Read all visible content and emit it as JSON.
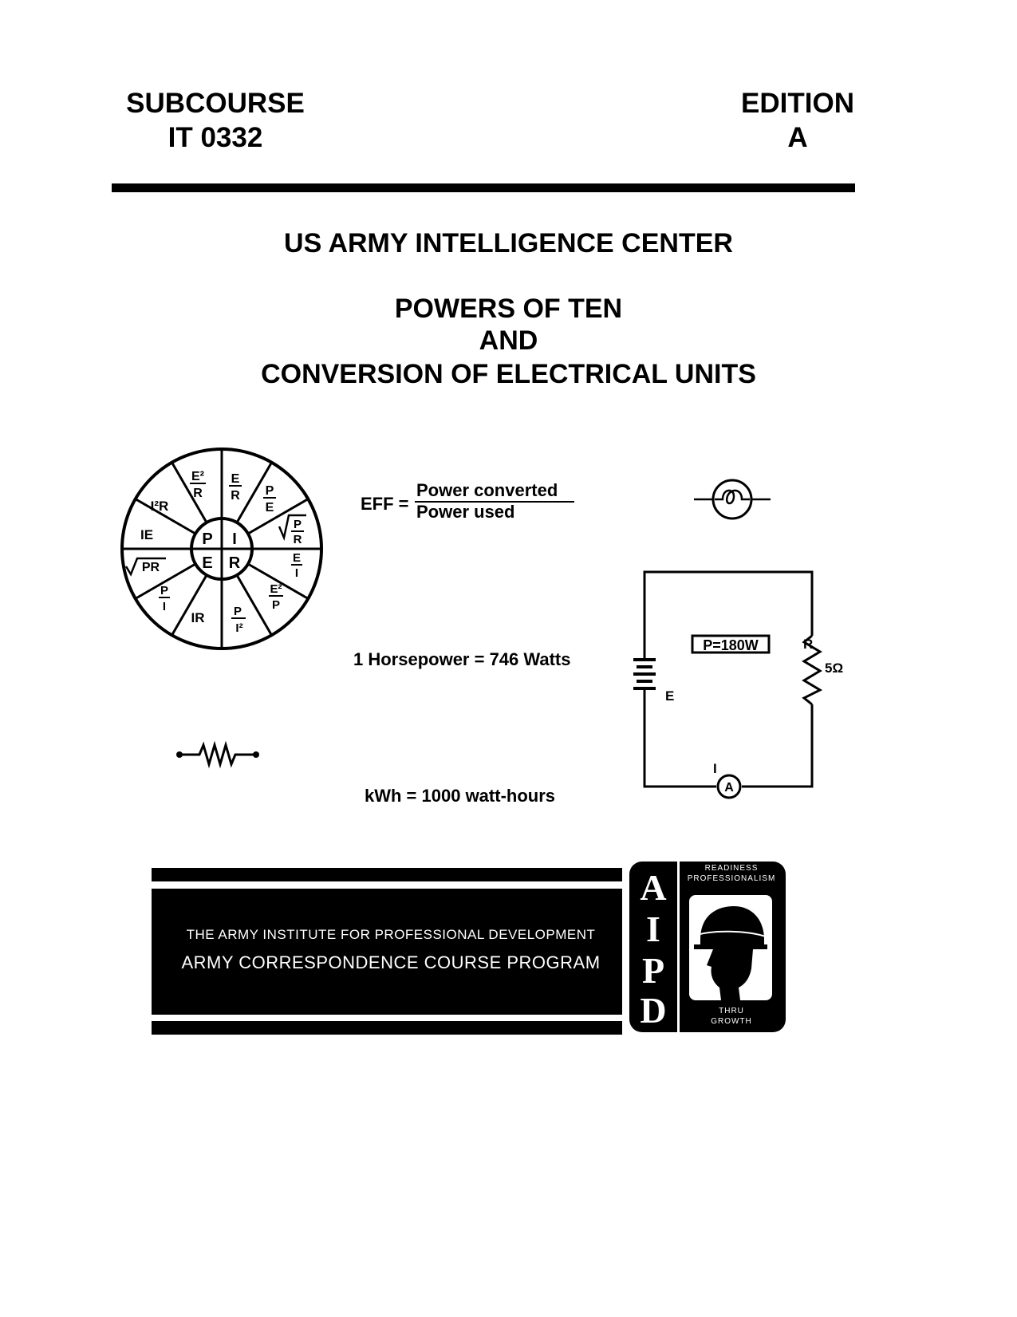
{
  "header": {
    "left_line1": "SUBCOURSE",
    "left_line2": "IT 0332",
    "right_line1": "EDITION",
    "right_line2": "A"
  },
  "organization": "US ARMY INTELLIGENCE CENTER",
  "title": {
    "line1": "POWERS OF TEN",
    "line2": "AND",
    "line3": "CONVERSION OF ELECTRICAL UNITS"
  },
  "wheel": {
    "center": [
      "P",
      "I",
      "E",
      "R"
    ],
    "outer": {
      "i2r": "I²R",
      "e2r_num": "E²",
      "e2r_den": "R",
      "er_num": "E",
      "er_den": "R",
      "pe_num": "P",
      "pe_den": "E",
      "sqrt_pr_num": "P",
      "sqrt_pr_den": "R",
      "ei_num": "E",
      "ei_den": "I",
      "e2p_num": "E²",
      "e2p_den": "P",
      "pi2_num": "P",
      "pi2_den": "I²",
      "ir": "IR",
      "pi_num": "P",
      "pi_den": "I",
      "sqrt_pr": "PR",
      "ie": "IE"
    }
  },
  "formulas": {
    "eff_label": "EFF =",
    "eff_numerator": "Power converted",
    "eff_denominator": "Power used",
    "horsepower": "1 Horsepower = 746 Watts",
    "kwh": "kWh = 1000 watt-hours"
  },
  "circuit": {
    "power_box": "P=180W",
    "resistor_label": "R",
    "resistor_value": "5Ω",
    "source_label": "E",
    "current_label": "I",
    "meter_label": "A"
  },
  "banner": {
    "line1": "THE ARMY INSTITUTE FOR PROFESSIONAL DEVELOPMENT",
    "line2": "ARMY CORRESPONDENCE COURSE PROGRAM"
  },
  "logo": {
    "letters": [
      "A",
      "I",
      "P",
      "D"
    ],
    "top_line1": "READINESS",
    "top_line2": "PROFESSIONALISM",
    "bottom_line1": "THRU",
    "bottom_line2": "GROWTH"
  }
}
